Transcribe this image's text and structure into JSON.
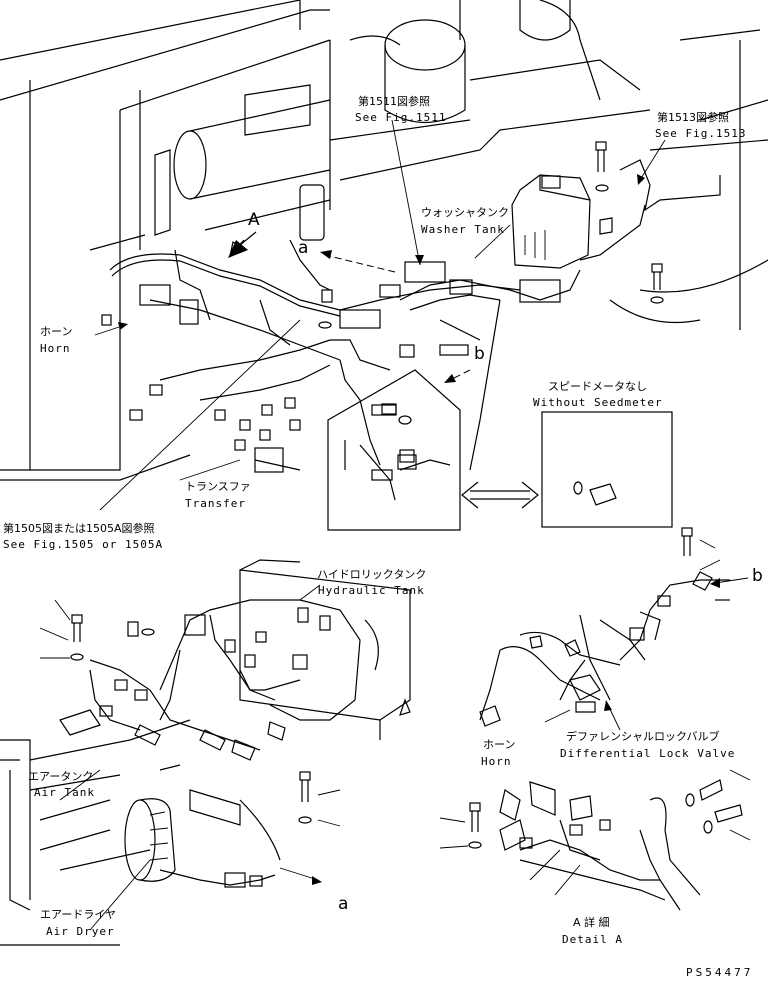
{
  "labels": {
    "fig1511_jp": "第1511図参照",
    "fig1511_en": "See Fig.1511",
    "fig1513_jp": "第1513図参照",
    "fig1513_en": "See Fig.1513",
    "washer_jp": "ウォッシャタンク",
    "washer_en": "Washer Tank",
    "view_a": "A",
    "a_top": "a",
    "b_mid": "b",
    "horn_jp": "ホーン",
    "horn_en": "Horn",
    "speedo_jp": "スピードメータなし",
    "speedo_en": "Without Seedmeter",
    "transfer_jp": "トランスファ",
    "transfer_en": "Transfer",
    "fig1505_jp": "第1505図または1505A図参照",
    "fig1505_en": "See Fig.1505 or 1505A",
    "hydraulic_jp": "ハイドロリックタンク",
    "hydraulic_en": "Hydraulic Tank",
    "b_right": "b",
    "diff_jp": "デファレンシャルロックバルブ",
    "diff_en": "Differential Lock Valve",
    "horn2_jp": "ホーン",
    "horn2_en": "Horn",
    "airtank_jp": "エアータンク",
    "airtank_en": "Air Tank",
    "airdryer_jp": "エアードライヤ",
    "airdryer_en": "Air Dryer",
    "a_bottom": "a",
    "detail_jp": "A 詳 細",
    "detail_en": "Detail A",
    "part_no": "PS54477"
  },
  "icons": [
    "view-direction-arrow",
    "leader-arrow",
    "double-arrow",
    "bolt",
    "washer",
    "connector",
    "harness-clip"
  ]
}
